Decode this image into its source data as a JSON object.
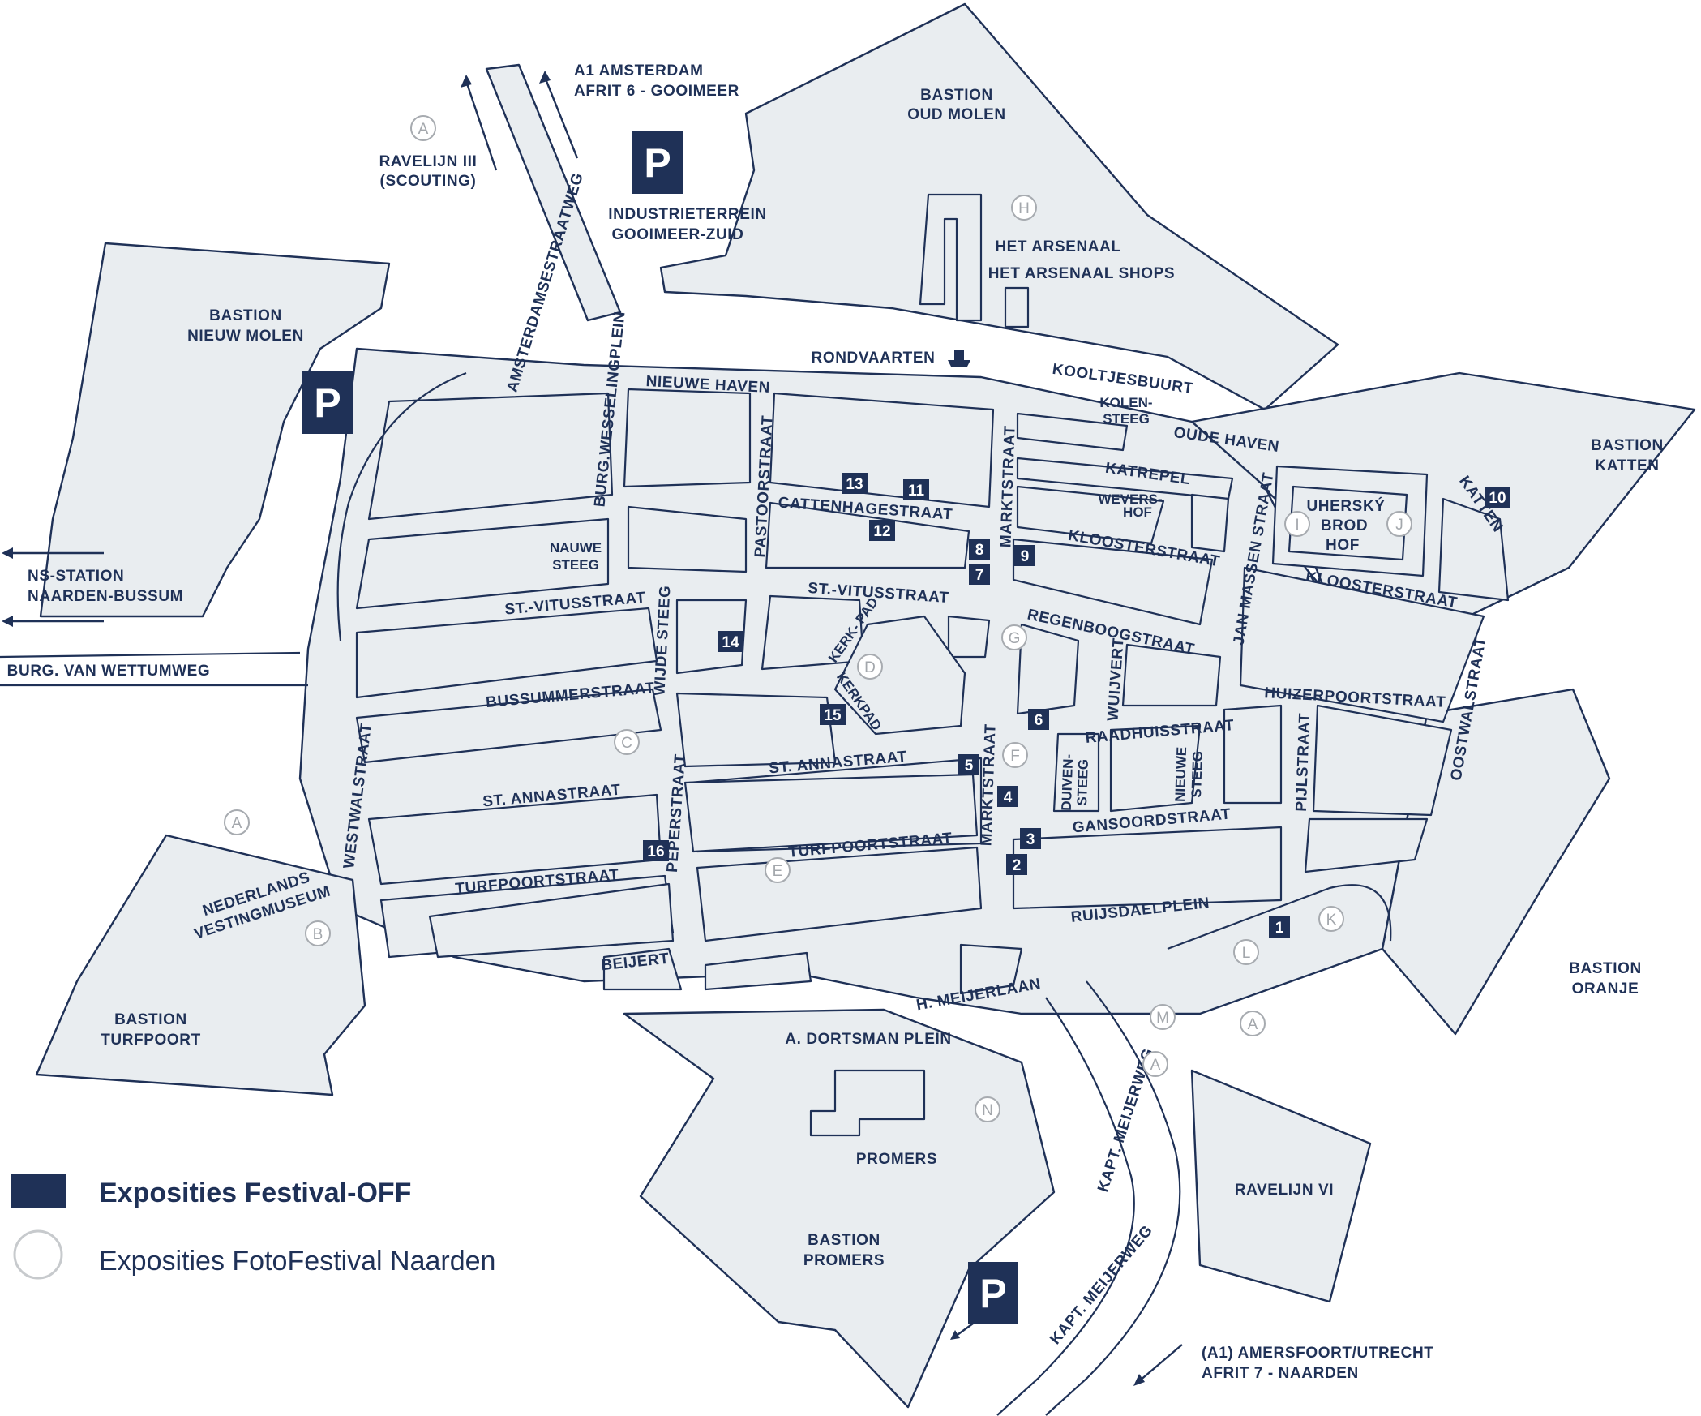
{
  "colors": {
    "navy": "#1f3157",
    "land": "#e9edf0",
    "circle": "#a7abb0"
  },
  "areas": {
    "bastion_oud_molen": [
      "BASTION",
      "OUD MOLEN"
    ],
    "bastion_nieuw_molen": [
      "BASTION",
      "NIEUW MOLEN"
    ],
    "bastion_katten": [
      "BASTION",
      "KATTEN"
    ],
    "bastion_oranje": [
      "BASTION",
      "ORANJE"
    ],
    "bastion_turfpoort": [
      "BASTION",
      "TURFPOORT"
    ],
    "bastion_promers": [
      "BASTION",
      "PROMERS"
    ],
    "ravelijn_vi": "RAVELIJN VI",
    "promers": "PROMERS",
    "industrie": [
      "INDUSTRIETERREIN",
      "GOOIMEER-ZUID"
    ],
    "ravelijn_iii": [
      "RAVELIJN III",
      "(SCOUTING)"
    ],
    "arsenaal": "HET ARSENAAL",
    "arsenaal_shops": "HET ARSENAAL SHOPS",
    "rondvaarten": "RONDVAARTEN",
    "vestingmuseum": [
      "NEDERLANDS",
      "VESTINGMUSEUM"
    ],
    "uhersky": [
      "UHERSKÝ",
      "BROD",
      "HOF"
    ],
    "wevershof": [
      "WEVERS-",
      "HOF"
    ]
  },
  "directions": {
    "amsterdam": [
      "A1 AMSTERDAM",
      "AFRIT 6 - GOOIMEER"
    ],
    "ns_station": [
      "NS-STATION",
      "NAARDEN-BUSSUM"
    ],
    "amersfoort": [
      "(A1) AMERSFOORT/UTRECHT",
      "AFRIT 7 - NAARDEN"
    ]
  },
  "streets": {
    "amsterdamsestraatweg": "AMSTERDAMSESTRAATWEG",
    "burg_wesselingplein": "BURG.WESSELINGPLEIN",
    "nieuwe_haven": "NIEUWE HAVEN",
    "pastoorstraat": "PASTOORSTRAAT",
    "cattenhagestraat": "CATTENHAGESTRAAT",
    "marktstraat": "MARKTSTRAAT",
    "kooltjesbuurt": "KOOLTJESBUURT",
    "kolensteeg": [
      "KOLEN-",
      "STEEG"
    ],
    "oude_haven": "OUDE HAVEN",
    "katrepel": "KATREPEL",
    "kloosterstraat": "KLOOSTERSTRAAT",
    "jan_massen_straat": "JAN MASSEN STRAAT",
    "katten": "KATTEN",
    "nauwe_steeg": [
      "NAUWE",
      "STEEG"
    ],
    "st_vitusstraat": "ST.-VITUSSTRAAT",
    "wijde_steeg": "WIJDE STEEG",
    "kerkpad": "KERK- PAD",
    "kerkpad2": "KERKPAD",
    "regenboogstraat": "REGENBOOGSTRAAT",
    "wuijvert": "WUIJVERT",
    "huizerpoortstraat": "HUIZERPOORTSTRAAT",
    "oostwalstraat": "OOSTWALSTRAAT",
    "burg_van_wettumweg": "BURG. VAN WETTUMWEG",
    "bussummerstraat": "BUSSUMMERSTRAAT",
    "raadhuisstraat": "RAADHUISSTRAAT",
    "pijlstraat": "PIJLSTRAAT",
    "st_annastraat": "ST. ANNASTRAAT",
    "duivensteeg": [
      "DUIVEN-",
      "STEEG"
    ],
    "nieuwe_steeg": [
      "NIEUWE",
      "STEEG"
    ],
    "westwalstraat": "WESTWALSTRAAT",
    "peperstraat": "PEPERSTRAAT",
    "gansoordstraat": "GANSOORDSTRAAT",
    "turfpoortstraat": "TURFPOORTSTRAAT",
    "ruijsdaelplein": "RUIJSDAELPLEIN",
    "beijert": "BEIJERT",
    "h_meijerlaan": "H. MEIJERLAAN",
    "a_dortsman_plein": "A. DORTSMAN PLEIN",
    "kapt_meijerweg": "KAPT. MEIJERWEG"
  },
  "parking_label": "P",
  "markers_off": [
    "1",
    "2",
    "3",
    "4",
    "5",
    "6",
    "7",
    "8",
    "9",
    "10",
    "11",
    "12",
    "13",
    "14",
    "15",
    "16"
  ],
  "markers_fotofestival": [
    "A",
    "B",
    "C",
    "D",
    "E",
    "F",
    "G",
    "H",
    "I",
    "J",
    "K",
    "L",
    "M",
    "N"
  ],
  "legend": {
    "off": "Exposities Festival-OFF",
    "foto": "Exposities FotoFestival Naarden"
  }
}
